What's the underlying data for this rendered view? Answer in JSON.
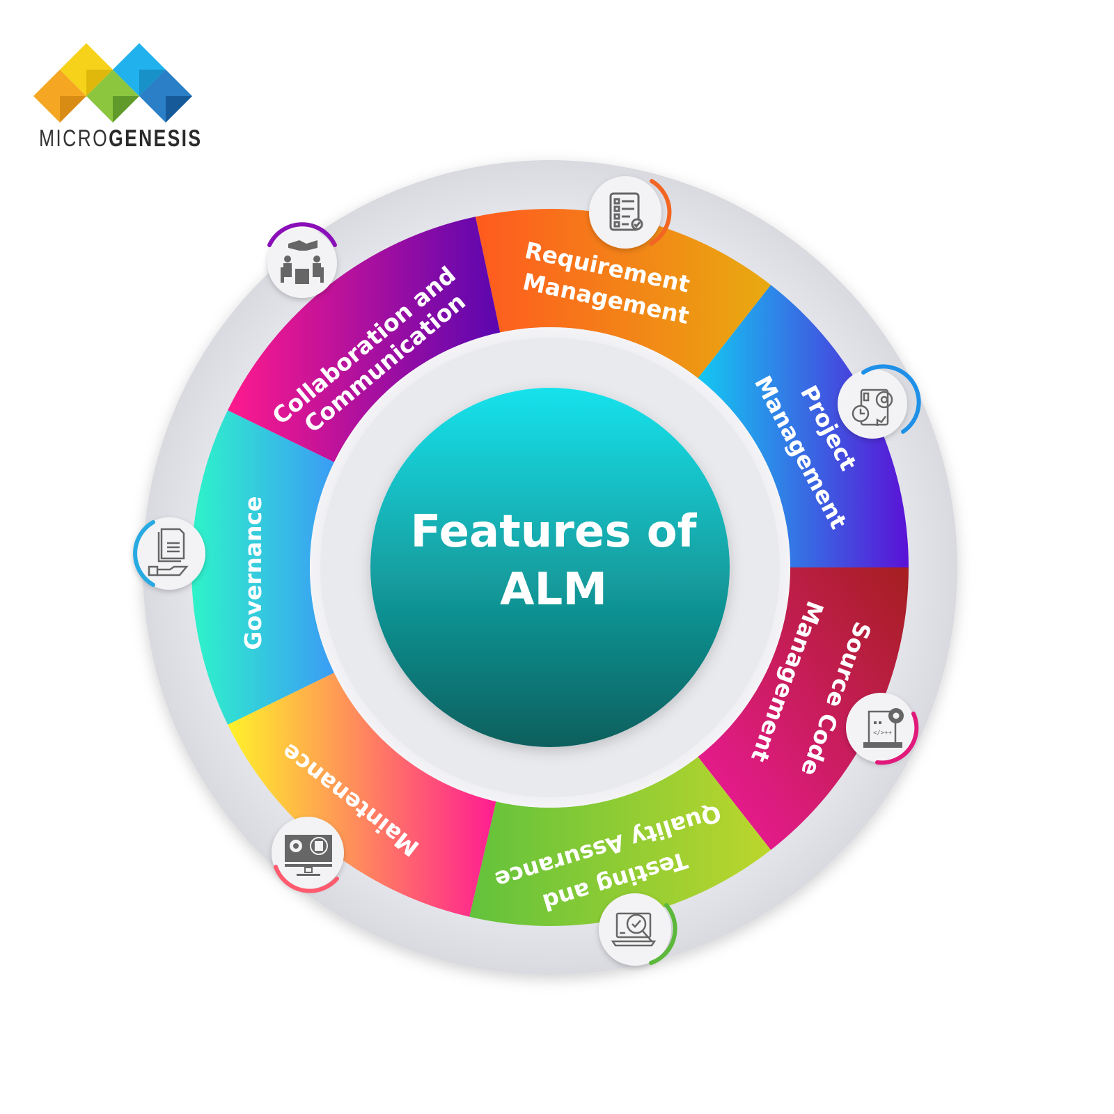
{
  "brand": {
    "name_light": "MICRO",
    "name_bold": "GENESIS",
    "logo_colors": [
      "#f5a623",
      "#f2c80f",
      "#8cc63f",
      "#1ea7e1",
      "#1b75bc"
    ]
  },
  "center": {
    "line1": "Features of",
    "line2": "ALM",
    "color_top": "#19e2ec",
    "color_bottom": "#0b6b68"
  },
  "segments": [
    {
      "id": "requirement",
      "line1": "Requirement",
      "line2": "Management",
      "icon": "checklist-icon",
      "color_start": "#ff5a1f",
      "color_end": "#e8aa10",
      "accent": "#f26522"
    },
    {
      "id": "project",
      "line1": "Project",
      "line2": "Management",
      "icon": "project-schedule-gear-icon",
      "color_start": "#14c8f2",
      "color_end": "#5a12d6",
      "accent": "#1e90e8"
    },
    {
      "id": "source",
      "line1": "Source Code",
      "line2": "Management",
      "icon": "code-laptop-gear-icon",
      "color_start": "#e8199b",
      "color_end": "#a51f1f",
      "accent": "#e0197a"
    },
    {
      "id": "testing",
      "line1": "Quality Assurance",
      "line2": "Testing and",
      "icon": "laptop-magnifier-check-icon",
      "color_start": "#6cc43a",
      "color_end": "#b6d52c",
      "accent": "#5cb83a"
    },
    {
      "id": "maintenance",
      "line1": "Maintenance",
      "line2": "",
      "icon": "monitor-gear-database-icon",
      "color_start": "#ffef2a",
      "color_end": "#ff2090",
      "accent": "#ff5a6e"
    },
    {
      "id": "governance",
      "line1": "Governance",
      "line2": "",
      "icon": "document-hand-icon",
      "color_start": "#2ef4c9",
      "color_end": "#3b9cf5",
      "accent": "#27a9e1"
    },
    {
      "id": "collaboration",
      "line1": "Collaboration and",
      "line2": "Communication",
      "icon": "handshake-meeting-icon",
      "color_start": "#ff1a8c",
      "color_end": "#5a06b0",
      "accent": "#8a0fb8"
    }
  ]
}
